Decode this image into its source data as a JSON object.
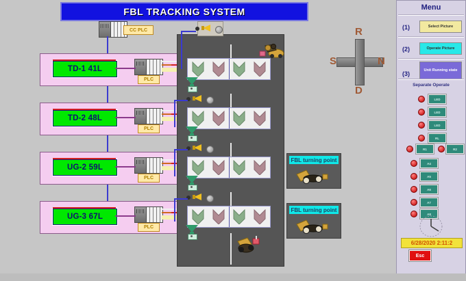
{
  "app": {
    "title": "FBL TRACKING SYSTEM",
    "background_color": "#c6c6c6",
    "title_bg": "#1212e0"
  },
  "cc_plc": {
    "label": "CC  PLC"
  },
  "equipment_rows": [
    {
      "tag": "TD-1 41L",
      "plc_label": "PLC"
    },
    {
      "tag": "TD-2 48L",
      "plc_label": "PLC"
    },
    {
      "tag": "UG-2 59L",
      "plc_label": "PLC"
    },
    {
      "tag": "UG-3 67L",
      "plc_label": "PLC"
    }
  ],
  "turning_points": [
    {
      "label": "FBL turning point"
    },
    {
      "label": "FBL turning point"
    }
  ],
  "compass": {
    "up": "R",
    "left": "S",
    "right": "N",
    "down": "D"
  },
  "menu": {
    "title": "Menu",
    "items": [
      {
        "number": "(1)",
        "label": "Select Picture",
        "color": "#f2e9a0"
      },
      {
        "number": "(2)",
        "label": "Operate Picture",
        "color": "#28e8e8"
      },
      {
        "number": "(3)",
        "label": "Unit Running state",
        "color": "#7a6ad8"
      }
    ],
    "separate_operate_title": "Separate Operate",
    "operate_buttons": [
      {
        "label": "LED"
      },
      {
        "label": "LED"
      },
      {
        "label": "LED"
      },
      {
        "label": "RL"
      },
      {
        "label": "R1"
      },
      {
        "label": "R2"
      },
      {
        "label": "A4"
      },
      {
        "label": "A5"
      },
      {
        "label": "A6"
      },
      {
        "label": "A7"
      },
      {
        "label": "A8"
      }
    ],
    "datetime": "6/28/2020 2:11:2",
    "esc_label": "Esc"
  },
  "icons": {
    "horn": "alarm-horn-icon",
    "hopper": "chute-sensor-icon",
    "clock": "analog-clock-icon"
  }
}
